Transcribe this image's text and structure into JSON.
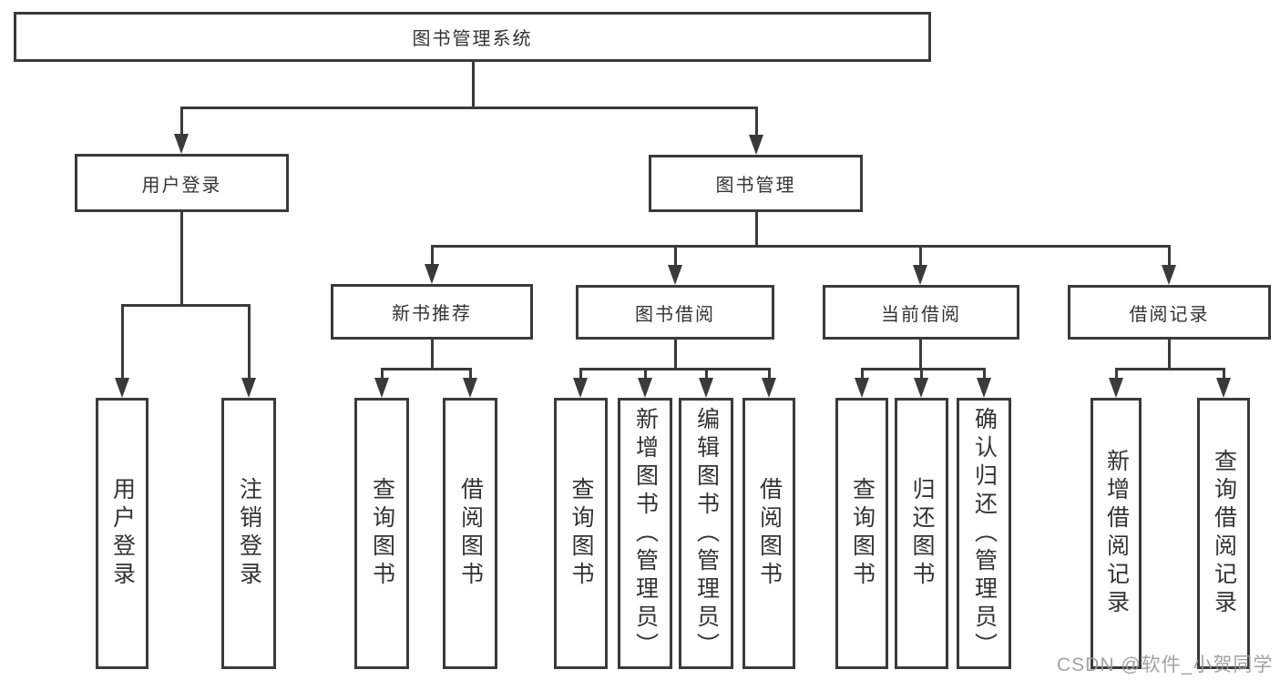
{
  "diagram": {
    "root": {
      "label": "图书管理系统"
    },
    "level2": [
      {
        "label": "用户登录"
      },
      {
        "label": "图书管理"
      }
    ],
    "level3": [
      {
        "label": "新书推荐"
      },
      {
        "label": "图书借阅"
      },
      {
        "label": "当前借阅"
      },
      {
        "label": "借阅记录"
      }
    ],
    "leaves": {
      "user_login": [
        {
          "label": "用户登录"
        },
        {
          "label": "注销登录"
        }
      ],
      "new_book_rec": [
        {
          "label": "查询图书"
        },
        {
          "label": "借阅图书"
        }
      ],
      "book_borrow": [
        {
          "label": "查询图书"
        },
        {
          "label": "新增图书（管理员）"
        },
        {
          "label": "编辑图书（管理员）"
        },
        {
          "label": "借阅图书"
        }
      ],
      "current_borrow": [
        {
          "label": "查询图书"
        },
        {
          "label": "归还图书"
        },
        {
          "label": "确认归还（管理员）"
        }
      ],
      "borrow_record": [
        {
          "label": "新增借阅记录"
        },
        {
          "label": "查询借阅记录"
        }
      ]
    },
    "colors": {
      "line": "#3a3a3a",
      "text": "#333333",
      "background": "#ffffff",
      "watermark": "#9a9a9a"
    }
  },
  "watermark": {
    "text": "CSDN @软件_小贺同学"
  }
}
